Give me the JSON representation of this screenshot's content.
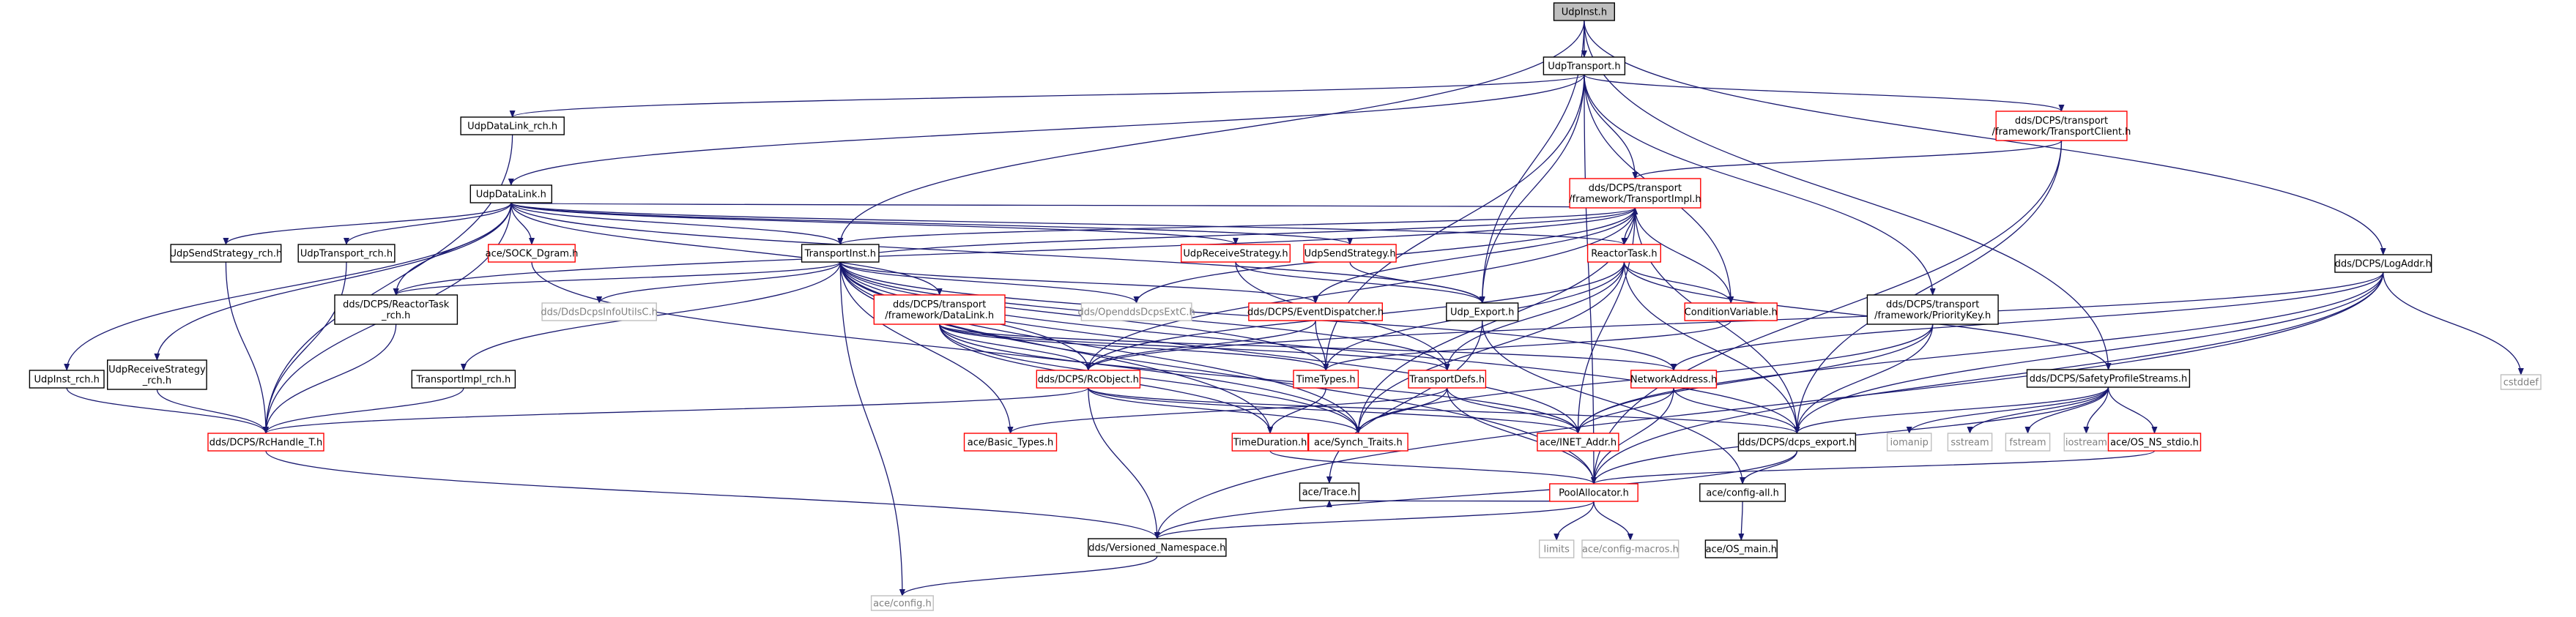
{
  "title": "UdpInst.h",
  "colors": {
    "node_border_black": "#000000",
    "node_border_red": "#ff0000",
    "node_border_gray": "#bfbfbf",
    "node_fill_root": "#bfbfbf",
    "node_fill": "#ffffff",
    "text_default": "#000000",
    "text_gray": "#808080",
    "edge": "#191970"
  },
  "nodes": [
    {
      "id": "udpinst",
      "lines": [
        "UdpInst.h"
      ],
      "style": "root"
    },
    {
      "id": "udptransport",
      "lines": [
        "UdpTransport.h"
      ],
      "style": "black"
    },
    {
      "id": "udpdatalink_rch",
      "lines": [
        "UdpDataLink_rch.h"
      ],
      "style": "black"
    },
    {
      "id": "transportclient",
      "lines": [
        "dds/DCPS/transport",
        "/framework/TransportClient.h"
      ],
      "style": "red"
    },
    {
      "id": "logaddr",
      "lines": [
        "dds/DCPS/LogAddr.h"
      ],
      "style": "black"
    },
    {
      "id": "udpdatalink",
      "lines": [
        "UdpDataLink.h"
      ],
      "style": "black"
    },
    {
      "id": "transportimpl",
      "lines": [
        "dds/DCPS/transport",
        "/framework/TransportImpl.h"
      ],
      "style": "red"
    },
    {
      "id": "udpsendstrategy_rch",
      "lines": [
        "UdpSendStrategy_rch.h"
      ],
      "style": "black"
    },
    {
      "id": "udptransport_rch",
      "lines": [
        "UdpTransport_rch.h"
      ],
      "style": "black"
    },
    {
      "id": "sockdgram",
      "lines": [
        "ace/SOCK_Dgram.h"
      ],
      "style": "red"
    },
    {
      "id": "transportinst",
      "lines": [
        "TransportInst.h"
      ],
      "style": "black"
    },
    {
      "id": "udpreceivestrategy",
      "lines": [
        "UdpReceiveStrategy.h"
      ],
      "style": "red"
    },
    {
      "id": "udpsendstrategy",
      "lines": [
        "UdpSendStrategy.h"
      ],
      "style": "red"
    },
    {
      "id": "reactortask",
      "lines": [
        "ReactorTask.h"
      ],
      "style": "red"
    },
    {
      "id": "reactortask_rch",
      "lines": [
        "dds/DCPS/ReactorTask",
        "_rch.h"
      ],
      "style": "black"
    },
    {
      "id": "ddsdcpsinfoutilsc",
      "lines": [
        "dds/DdsDcpsInfoUtilsC.h"
      ],
      "style": "gray"
    },
    {
      "id": "opendds",
      "lines": [
        "dds/OpenddsDcpsExtC.h"
      ],
      "style": "gray"
    },
    {
      "id": "eventdispatcher",
      "lines": [
        "dds/DCPS/EventDispatcher.h"
      ],
      "style": "red"
    },
    {
      "id": "udpexport",
      "lines": [
        "Udp_Export.h"
      ],
      "style": "black"
    },
    {
      "id": "conditionvariable",
      "lines": [
        "ConditionVariable.h"
      ],
      "style": "red"
    },
    {
      "id": "prioritykey",
      "lines": [
        "dds/DCPS/transport",
        "/framework/PriorityKey.h"
      ],
      "style": "black"
    },
    {
      "id": "datalink",
      "lines": [
        "dds/DCPS/transport",
        "/framework/DataLink.h"
      ],
      "style": "red"
    },
    {
      "id": "udpinst_rch",
      "lines": [
        "UdpInst_rch.h"
      ],
      "style": "black"
    },
    {
      "id": "udpreceivestrategy_rch",
      "lines": [
        "UdpReceiveStrategy",
        "_rch.h"
      ],
      "style": "black"
    },
    {
      "id": "transportimpl_rch",
      "lines": [
        "TransportImpl_rch.h"
      ],
      "style": "black"
    },
    {
      "id": "rcobject",
      "lines": [
        "dds/DCPS/RcObject.h"
      ],
      "style": "red"
    },
    {
      "id": "timetypes",
      "lines": [
        "TimeTypes.h"
      ],
      "style": "red"
    },
    {
      "id": "transportdefs",
      "lines": [
        "TransportDefs.h"
      ],
      "style": "red"
    },
    {
      "id": "networkaddress",
      "lines": [
        "NetworkAddress.h"
      ],
      "style": "red"
    },
    {
      "id": "safetyprofilestreams",
      "lines": [
        "dds/DCPS/SafetyProfileStreams.h"
      ],
      "style": "black"
    },
    {
      "id": "cstddef",
      "lines": [
        "cstddef"
      ],
      "style": "gray"
    },
    {
      "id": "rchandle",
      "lines": [
        "dds/DCPS/RcHandle_T.h"
      ],
      "style": "red"
    },
    {
      "id": "basictypes",
      "lines": [
        "ace/Basic_Types.h"
      ],
      "style": "red"
    },
    {
      "id": "synchtraits",
      "lines": [
        "ace/Synch_Traits.h"
      ],
      "style": "red"
    },
    {
      "id": "timeduration",
      "lines": [
        "TimeDuration.h"
      ],
      "style": "red"
    },
    {
      "id": "inetaddr",
      "lines": [
        "ace/INET_Addr.h"
      ],
      "style": "red"
    },
    {
      "id": "dcpsexport",
      "lines": [
        "dds/DCPS/dcps_export.h"
      ],
      "style": "black"
    },
    {
      "id": "iomanip",
      "lines": [
        "iomanip"
      ],
      "style": "gray"
    },
    {
      "id": "sstream",
      "lines": [
        "sstream"
      ],
      "style": "gray"
    },
    {
      "id": "fstream",
      "lines": [
        "fstream"
      ],
      "style": "gray"
    },
    {
      "id": "iostream",
      "lines": [
        "iostream"
      ],
      "style": "gray"
    },
    {
      "id": "osnsstdio",
      "lines": [
        "ace/OS_NS_stdio.h"
      ],
      "style": "red"
    },
    {
      "id": "acetrace",
      "lines": [
        "ace/Trace.h"
      ],
      "style": "black"
    },
    {
      "id": "poolallocator",
      "lines": [
        "PoolAllocator.h"
      ],
      "style": "red"
    },
    {
      "id": "configall",
      "lines": [
        "ace/config-all.h"
      ],
      "style": "black"
    },
    {
      "id": "versionednamespace",
      "lines": [
        "dds/Versioned_Namespace.h"
      ],
      "style": "black"
    },
    {
      "id": "limits",
      "lines": [
        "limits"
      ],
      "style": "gray"
    },
    {
      "id": "configmacros",
      "lines": [
        "ace/config-macros.h"
      ],
      "style": "gray"
    },
    {
      "id": "osmain",
      "lines": [
        "ace/OS_main.h"
      ],
      "style": "black"
    },
    {
      "id": "aceconfig",
      "lines": [
        "ace/config.h"
      ],
      "style": "gray"
    }
  ],
  "edges": [
    [
      "udpinst",
      "udptransport"
    ],
    [
      "udpinst",
      "transportinst"
    ],
    [
      "udpinst",
      "udpexport"
    ],
    [
      "udpinst",
      "logaddr"
    ],
    [
      "udpinst",
      "safetyprofilestreams"
    ],
    [
      "udptransport",
      "udpdatalink_rch"
    ],
    [
      "udptransport",
      "transportclient"
    ],
    [
      "udptransport",
      "udpdatalink"
    ],
    [
      "udptransport",
      "transportimpl"
    ],
    [
      "udptransport",
      "udpexport"
    ],
    [
      "udptransport",
      "conditionvariable"
    ],
    [
      "udptransport",
      "prioritykey"
    ],
    [
      "udptransport",
      "poolallocator"
    ],
    [
      "udptransport",
      "timetypes"
    ],
    [
      "udpdatalink_rch",
      "rchandle"
    ],
    [
      "transportclient",
      "transportimpl"
    ],
    [
      "transportclient",
      "dcpsexport"
    ],
    [
      "transportclient",
      "poolallocator"
    ],
    [
      "logaddr",
      "networkaddress"
    ],
    [
      "logaddr",
      "cstddef"
    ],
    [
      "logaddr",
      "dcpsexport"
    ],
    [
      "logaddr",
      "inetaddr"
    ],
    [
      "logaddr",
      "poolallocator"
    ],
    [
      "logaddr",
      "versionednamespace"
    ],
    [
      "logaddr",
      "rcobject"
    ],
    [
      "udpdatalink",
      "udpsendstrategy_rch"
    ],
    [
      "udpdatalink",
      "udptransport_rch"
    ],
    [
      "udpdatalink",
      "sockdgram"
    ],
    [
      "udpdatalink",
      "transportimpl"
    ],
    [
      "udpdatalink",
      "udpreceivestrategy"
    ],
    [
      "udpdatalink",
      "udpsendstrategy"
    ],
    [
      "udpdatalink",
      "reactortask"
    ],
    [
      "udpdatalink",
      "reactortask_rch"
    ],
    [
      "udpdatalink",
      "datalink"
    ],
    [
      "udpdatalink",
      "udpinst_rch"
    ],
    [
      "udpdatalink",
      "udpreceivestrategy_rch"
    ],
    [
      "udpdatalink",
      "udpexport"
    ],
    [
      "udpdatalink",
      "rchandle"
    ],
    [
      "udpdatalink",
      "transportinst"
    ],
    [
      "transportimpl",
      "transportinst"
    ],
    [
      "transportimpl",
      "reactortask"
    ],
    [
      "transportimpl",
      "conditionvariable"
    ],
    [
      "transportimpl",
      "eventdispatcher"
    ],
    [
      "transportimpl",
      "opendds"
    ],
    [
      "transportimpl",
      "dcpsexport"
    ],
    [
      "transportimpl",
      "rcobject"
    ],
    [
      "transportimpl",
      "inetaddr"
    ],
    [
      "transportimpl",
      "reactortask_rch"
    ],
    [
      "transportimpl",
      "synchtraits"
    ],
    [
      "udpsendstrategy_rch",
      "rchandle"
    ],
    [
      "udptransport_rch",
      "rchandle"
    ],
    [
      "sockdgram",
      "synchtraits"
    ],
    [
      "transportinst",
      "transportimpl"
    ],
    [
      "transportinst",
      "reactortask_rch"
    ],
    [
      "transportinst",
      "ddsdcpsinfoutilsc"
    ],
    [
      "transportinst",
      "opendds"
    ],
    [
      "transportinst",
      "eventdispatcher"
    ],
    [
      "transportinst",
      "transportimpl_rch"
    ],
    [
      "transportinst",
      "rcobject"
    ],
    [
      "transportinst",
      "timetypes"
    ],
    [
      "transportinst",
      "networkaddress"
    ],
    [
      "transportinst",
      "basictypes"
    ],
    [
      "transportinst",
      "synchtraits"
    ],
    [
      "transportinst",
      "timeduration"
    ],
    [
      "transportinst",
      "inetaddr"
    ],
    [
      "transportinst",
      "poolallocator"
    ],
    [
      "transportinst",
      "aceconfig"
    ],
    [
      "transportinst",
      "dcpsexport"
    ],
    [
      "transportinst",
      "transportdefs"
    ],
    [
      "udpreceivestrategy",
      "udpexport"
    ],
    [
      "udpreceivestrategy",
      "transportdefs"
    ],
    [
      "udpsendstrategy",
      "udpexport"
    ],
    [
      "reactortask",
      "rcobject"
    ],
    [
      "reactortask",
      "timetypes"
    ],
    [
      "reactortask",
      "conditionvariable"
    ],
    [
      "reactortask",
      "safetyprofilestreams"
    ],
    [
      "reactortask",
      "synchtraits"
    ],
    [
      "reactortask",
      "dcpsexport"
    ],
    [
      "reactortask",
      "transportdefs"
    ],
    [
      "reactortask_rch",
      "rchandle"
    ],
    [
      "eventdispatcher",
      "rcobject"
    ],
    [
      "eventdispatcher",
      "timetypes"
    ],
    [
      "udpexport",
      "acetrace"
    ],
    [
      "udpexport",
      "configall"
    ],
    [
      "conditionvariable",
      "timetypes"
    ],
    [
      "prioritykey",
      "inetaddr"
    ],
    [
      "prioritykey",
      "dcpsexport"
    ],
    [
      "prioritykey",
      "synchtraits"
    ],
    [
      "datalink",
      "rcobject"
    ],
    [
      "datalink",
      "timetypes"
    ],
    [
      "datalink",
      "transportdefs"
    ],
    [
      "datalink",
      "synchtraits"
    ],
    [
      "datalink",
      "timeduration"
    ],
    [
      "datalink",
      "inetaddr"
    ],
    [
      "datalink",
      "networkaddress"
    ],
    [
      "udpinst_rch",
      "rchandle"
    ],
    [
      "udpreceivestrategy_rch",
      "rchandle"
    ],
    [
      "transportimpl_rch",
      "rchandle"
    ],
    [
      "rcobject",
      "rchandle"
    ],
    [
      "rcobject",
      "synchtraits"
    ],
    [
      "rcobject",
      "versionednamespace"
    ],
    [
      "rcobject",
      "inetaddr"
    ],
    [
      "rcobject",
      "dcpsexport"
    ],
    [
      "timetypes",
      "timeduration"
    ],
    [
      "transportdefs",
      "basictypes"
    ],
    [
      "transportdefs",
      "synchtraits"
    ],
    [
      "transportdefs",
      "inetaddr"
    ],
    [
      "transportdefs",
      "poolallocator"
    ],
    [
      "networkaddress",
      "inetaddr"
    ],
    [
      "networkaddress",
      "dcpsexport"
    ],
    [
      "networkaddress",
      "poolallocator"
    ],
    [
      "safetyprofilestreams",
      "dcpsexport"
    ],
    [
      "safetyprofilestreams",
      "poolallocator"
    ],
    [
      "safetyprofilestreams",
      "iomanip"
    ],
    [
      "safetyprofilestreams",
      "sstream"
    ],
    [
      "safetyprofilestreams",
      "fstream"
    ],
    [
      "safetyprofilestreams",
      "iostream"
    ],
    [
      "safetyprofilestreams",
      "osnsstdio"
    ],
    [
      "rchandle",
      "versionednamespace"
    ],
    [
      "timeduration",
      "poolallocator"
    ],
    [
      "dcpsexport",
      "configall"
    ],
    [
      "dcpsexport",
      "versionednamespace"
    ],
    [
      "osnsstdio",
      "poolallocator"
    ],
    [
      "poolallocator",
      "limits"
    ],
    [
      "poolallocator",
      "configmacros"
    ],
    [
      "poolallocator",
      "versionednamespace"
    ],
    [
      "poolallocator",
      "acetrace"
    ],
    [
      "configall",
      "osmain"
    ],
    [
      "versionednamespace",
      "aceconfig"
    ]
  ]
}
